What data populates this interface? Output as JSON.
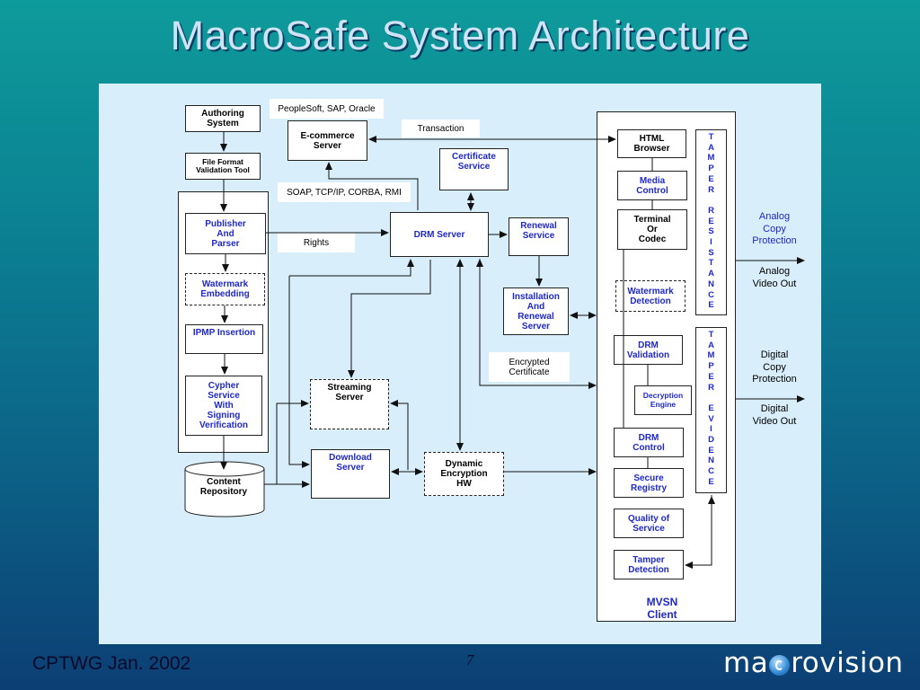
{
  "title": "MacroSafe System Architecture",
  "footer": {
    "left": "CPTWG Jan. 2002",
    "page": "7",
    "logo": "macrovision",
    "logo_pre": "ma",
    "logo_post": "rovision"
  },
  "boxes": {
    "authoring": "Authoring\nSystem",
    "file_format": "File Format\nValidation Tool",
    "publisher": "Publisher\nAnd\nParser",
    "watermark_embedding": "Watermark\nEmbedding",
    "ipmp": "IPMP Insertion",
    "cypher": "Cypher\nService\nWith\nSigning\nVerification",
    "content_repo": "Content\nRepository",
    "ecommerce": "E-commerce\nServer",
    "certificate": "Certificate\nService",
    "drm_server": "DRM Server",
    "renewal": "Renewal\nService",
    "installation": "Installation\nAnd\nRenewal\nServer",
    "streaming": "Streaming\nServer",
    "download": "Download\nServer",
    "dynamic_enc": "Dynamic\nEncryption\nHW",
    "html_browser": "HTML\nBrowser",
    "media_control": "Media\nControl",
    "terminal": "Terminal\nOr\nCodec",
    "watermark_detection": "Watermark\nDetection",
    "drm_validation": "DRM\nValidation",
    "decryption": "Decryption\nEngine",
    "drm_control": "DRM\nControl",
    "secure_registry": "Secure\nRegistry",
    "qos": "Quality of\nService",
    "tamper_detection": "Tamper\nDetection",
    "mvsn": "MVSN Client"
  },
  "tags": {
    "peoplesoft": "PeopleSoft, SAP, Oracle",
    "transaction": "Transaction",
    "soap": "SOAP, TCP/IP, CORBA, RMI",
    "rights": "Rights",
    "encrypted_cert": "Encrypted\nCertificate"
  },
  "tamper_resistance": [
    "T",
    "A",
    "M",
    "P",
    "E",
    "R",
    "",
    "R",
    "E",
    "S",
    "I",
    "S",
    "T",
    "A",
    "N",
    "C",
    "E"
  ],
  "tamper_evidence": [
    "T",
    "A",
    "M",
    "P",
    "E",
    "R",
    "",
    "E",
    "V",
    "I",
    "D",
    "E",
    "N",
    "C",
    "E"
  ],
  "side": {
    "analog_copy": "Analog\nCopy\nProtection",
    "analog_video": "Analog\nVideo Out",
    "digital_copy": "Digital\nCopy\nProtection",
    "digital_video": "Digital\nVideo Out"
  },
  "colors": {
    "accent_blue": "#1f28c8",
    "canvas": "#d9eefb",
    "title": "#cfe3f6"
  }
}
